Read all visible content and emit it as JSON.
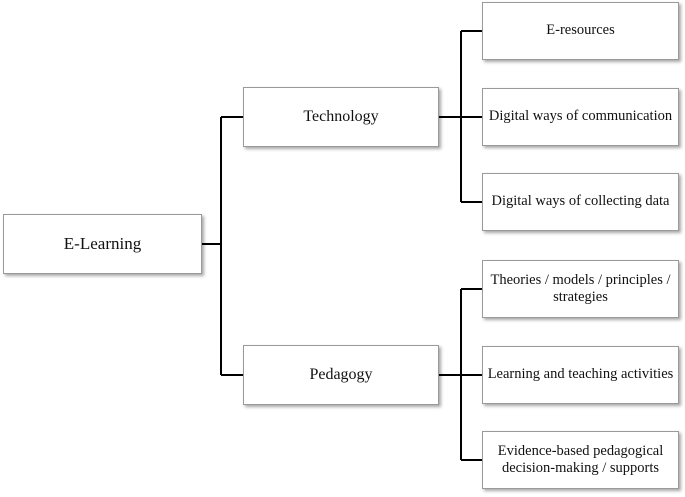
{
  "root": {
    "label": "E-Learning"
  },
  "branches": [
    {
      "label": "Technology",
      "children": [
        {
          "label": "E-resources"
        },
        {
          "label": "Digital ways of communication"
        },
        {
          "label": "Digital ways of collecting data"
        }
      ]
    },
    {
      "label": "Pedagogy",
      "children": [
        {
          "label": "Theories / models / principles / strategies"
        },
        {
          "label": "Learning and teaching activities"
        },
        {
          "label": "Evidence-based pedagogical decision-making / supports"
        }
      ]
    }
  ]
}
